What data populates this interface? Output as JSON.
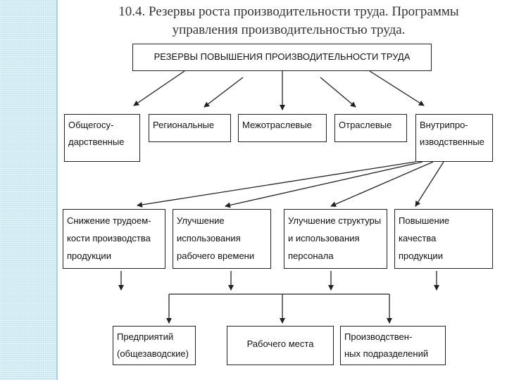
{
  "title_line1": "10.4. Резервы роста производительности труда. Программы",
  "title_line2": "управления производительностью труда.",
  "top_box": "РЕЗЕРВЫ ПОВЫШЕНИЯ ПРОИЗВОДИТЕЛЬНОСТИ ТРУДА",
  "level1": [
    {
      "line1": "Общегосу-",
      "line2": "дарственные"
    },
    {
      "line1": "Региональные",
      "line2": ""
    },
    {
      "line1": "Межотраслевые",
      "line2": ""
    },
    {
      "line1": "Отраслевые",
      "line2": ""
    },
    {
      "line1": "Внутрипро-",
      "line2": "изводственные"
    }
  ],
  "level2": [
    {
      "line1": "Снижение трудоем-",
      "line2": "кости производства",
      "line3": "продукции"
    },
    {
      "line1": "Улучшение",
      "line2": "использования",
      "line3": "рабочего времени"
    },
    {
      "line1": "Улучшение структуры",
      "line2": "и использования",
      "line3": "персонала"
    },
    {
      "line1": "Повышение качества",
      "line2": "продукции",
      "line3": ""
    }
  ],
  "level3": [
    {
      "line1": "Предприятий",
      "line2": "(общезаводские)"
    },
    {
      "line1": "Рабочего места",
      "line2": ""
    },
    {
      "line1": "Производствен-",
      "line2": "ных подразделений"
    }
  ]
}
